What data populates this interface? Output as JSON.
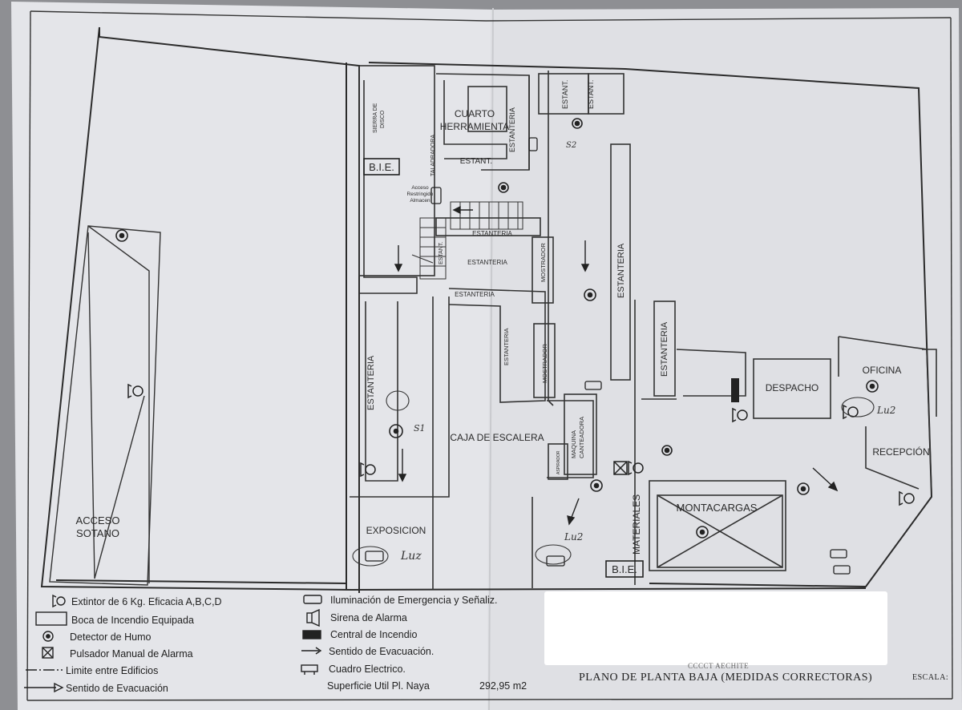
{
  "plan": {
    "title": "PLANO DE PLANTA BAJA (MEDIDAS CORRECTORAS)",
    "scale_label": "ESCALA:",
    "stamp_text": "CCCCT AECHITE",
    "area_label": "Superficie Util Pl. Naya",
    "area_value": "292,95 m2"
  },
  "rooms": {
    "acceso_sotano": [
      "ACCESO",
      "SOTANO"
    ],
    "sierra": [
      "SIERRA DE",
      "DISCO"
    ],
    "cuarto": [
      "CUARTO",
      "HERRAMIENTA"
    ],
    "estanteria": "ESTANTERIA",
    "estant": "ESTANT.",
    "taladradora": "TALADRADORA",
    "acceso_restringido": [
      "Acceso",
      "Restringido",
      "Almacen"
    ],
    "mostrador": "MOSTRADOR",
    "exposicion": "EXPOSICION",
    "caja_escalera": "CAJA DE ESCALERA",
    "maquina": [
      "MAQUINA",
      "CANTEADORA"
    ],
    "aspirador": "ASPIRADOR",
    "materiales": "MATERIALES",
    "montacargas": "MONTACARGAS",
    "despacho": "DESPACHO",
    "oficina": "OFICINA",
    "recepcion": "RECEPCIÓN",
    "bie": "B.I.E."
  },
  "handwritten": {
    "s1": "S1",
    "s2": "S2",
    "luz": "Luz",
    "luz_2": "Lu2"
  },
  "legend": {
    "left": [
      {
        "icon": "extinguisher-icon",
        "label": "Extintor de 6 Kg. Eficacia A,B,C,D"
      },
      {
        "icon": "bie-icon",
        "label": "Boca de Incendio Equipada"
      },
      {
        "icon": "smoke-detector-icon",
        "label": "Detector de Humo"
      },
      {
        "icon": "manual-alarm-icon",
        "label": "Pulsador Manual de Alarma"
      },
      {
        "icon": "building-limit-icon",
        "label": "Limite entre Edificios"
      },
      {
        "icon": "evacuation-arrow-icon",
        "label": "Sentido de Evacuación"
      }
    ],
    "right": [
      {
        "icon": "emergency-light-icon",
        "label": "Iluminación de Emergencia y Señaliz."
      },
      {
        "icon": "siren-icon",
        "label": "Sirena de Alarma"
      },
      {
        "icon": "fire-panel-icon",
        "label": "Central de Incendio"
      },
      {
        "icon": "evacuation-route-icon",
        "label": "Sentido de Evacuación."
      },
      {
        "icon": "electrical-panel-icon",
        "label": "Cuadro Electrico."
      }
    ]
  }
}
